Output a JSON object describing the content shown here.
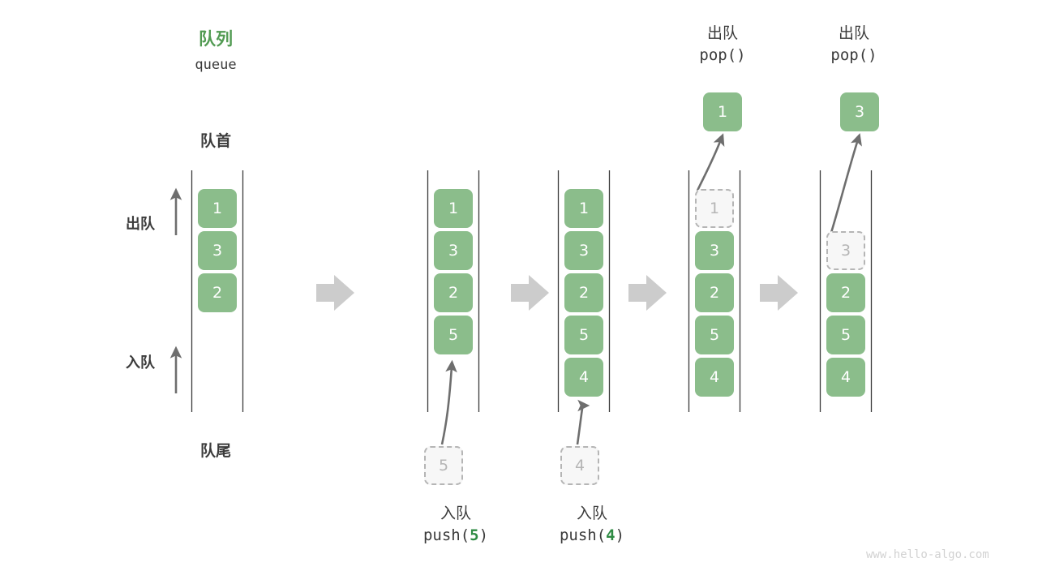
{
  "diagram": {
    "title_cn": "队列",
    "title_en": "queue",
    "head_label": "队首",
    "tail_label": "队尾",
    "dequeue_label": "出队",
    "enqueue_label": "入队",
    "watermark": "www.hello-algo.com",
    "accent_green": "#529b53",
    "cell_green": "#8bbd8b",
    "ghost_gray": "#b5b5b5",
    "text_dark": "#3b3b3b",
    "arrow_gray": "#cccccc"
  },
  "panels": [
    {
      "id": "panel-initial",
      "cells": [
        "1",
        "3",
        "2"
      ],
      "ghost_index": null,
      "caption_cn": "",
      "caption_code": "",
      "caption_num": "",
      "popped_value": "",
      "incoming_value": ""
    },
    {
      "id": "panel-push-5",
      "cells": [
        "1",
        "3",
        "2",
        "5"
      ],
      "ghost_index": null,
      "caption_cn": "入队",
      "caption_code_pre": "push(",
      "caption_num": "5",
      "caption_code_post": ")",
      "popped_value": "",
      "incoming_value": "5"
    },
    {
      "id": "panel-push-4",
      "cells": [
        "1",
        "3",
        "2",
        "5",
        "4"
      ],
      "ghost_index": null,
      "caption_cn": "入队",
      "caption_code_pre": "push(",
      "caption_num": "4",
      "caption_code_post": ")",
      "popped_value": "",
      "incoming_value": "4"
    },
    {
      "id": "panel-pop-1",
      "cells": [
        "1",
        "3",
        "2",
        "5",
        "4"
      ],
      "ghost_index": 0,
      "caption_cn": "出队",
      "caption_code_pre": "pop(",
      "caption_num": "",
      "caption_code_post": ")",
      "popped_value": "1",
      "incoming_value": ""
    },
    {
      "id": "panel-pop-3",
      "cells": [
        "3",
        "2",
        "5",
        "4"
      ],
      "ghost_index": 0,
      "caption_cn": "出队",
      "caption_code_pre": "pop(",
      "caption_num": "",
      "caption_code_post": ")",
      "popped_value": "3",
      "incoming_value": ""
    }
  ],
  "labels": {
    "pop_header_4_cn": "出队",
    "pop_header_4_code": "pop()",
    "pop_header_5_cn": "出队",
    "pop_header_5_code": "pop()",
    "push_caption_2_cn": "入队",
    "push_caption_2_code_pre": "push(",
    "push_caption_2_num": "5",
    "push_caption_2_code_post": ")",
    "push_caption_3_cn": "入队",
    "push_caption_3_code_pre": "push(",
    "push_caption_3_num": "4",
    "push_caption_3_code_post": ")"
  },
  "cells_flat": {
    "p1": [
      "1",
      "3",
      "2"
    ],
    "p2": [
      "1",
      "3",
      "2",
      "5"
    ],
    "p3": [
      "1",
      "3",
      "2",
      "5",
      "4"
    ],
    "p4": [
      "1",
      "3",
      "2",
      "5",
      "4"
    ],
    "p5": [
      "3",
      "2",
      "5",
      "4"
    ],
    "ghost_p2": "5",
    "ghost_p3": "4",
    "popped_p4": "1",
    "popped_p5": "3"
  }
}
